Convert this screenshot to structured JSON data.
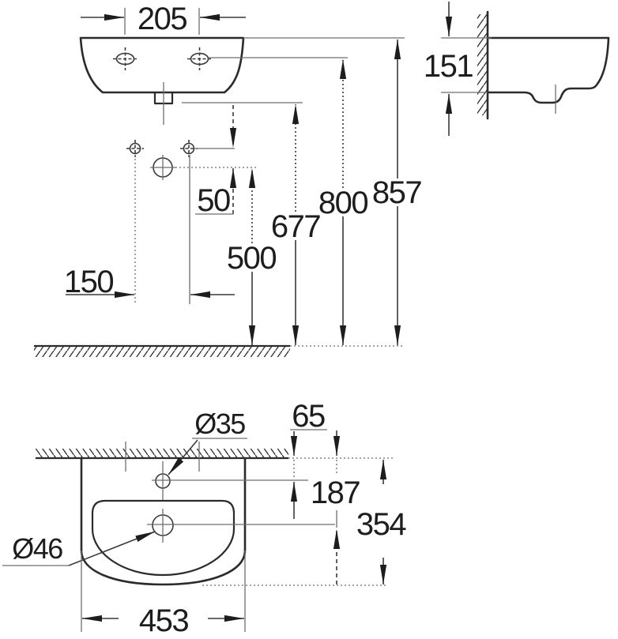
{
  "front_view": {
    "dim_hole_spacing": "205",
    "dim_connection_spacing": "150",
    "dim_connection_offset": "50",
    "dim_height_drain": "500",
    "dim_height_outlet": "677",
    "dim_height_fixing": "800",
    "dim_height_rim": "857"
  },
  "side_view": {
    "dim_rim_depth": "151"
  },
  "plan_view": {
    "dim_tap_hole_diameter": "Ø35",
    "dim_tap_hole_wall_offset": "65",
    "dim_drain_wall_offset": "187",
    "dim_depth": "354",
    "dim_drain_diameter": "Ø46",
    "dim_width": "453"
  }
}
